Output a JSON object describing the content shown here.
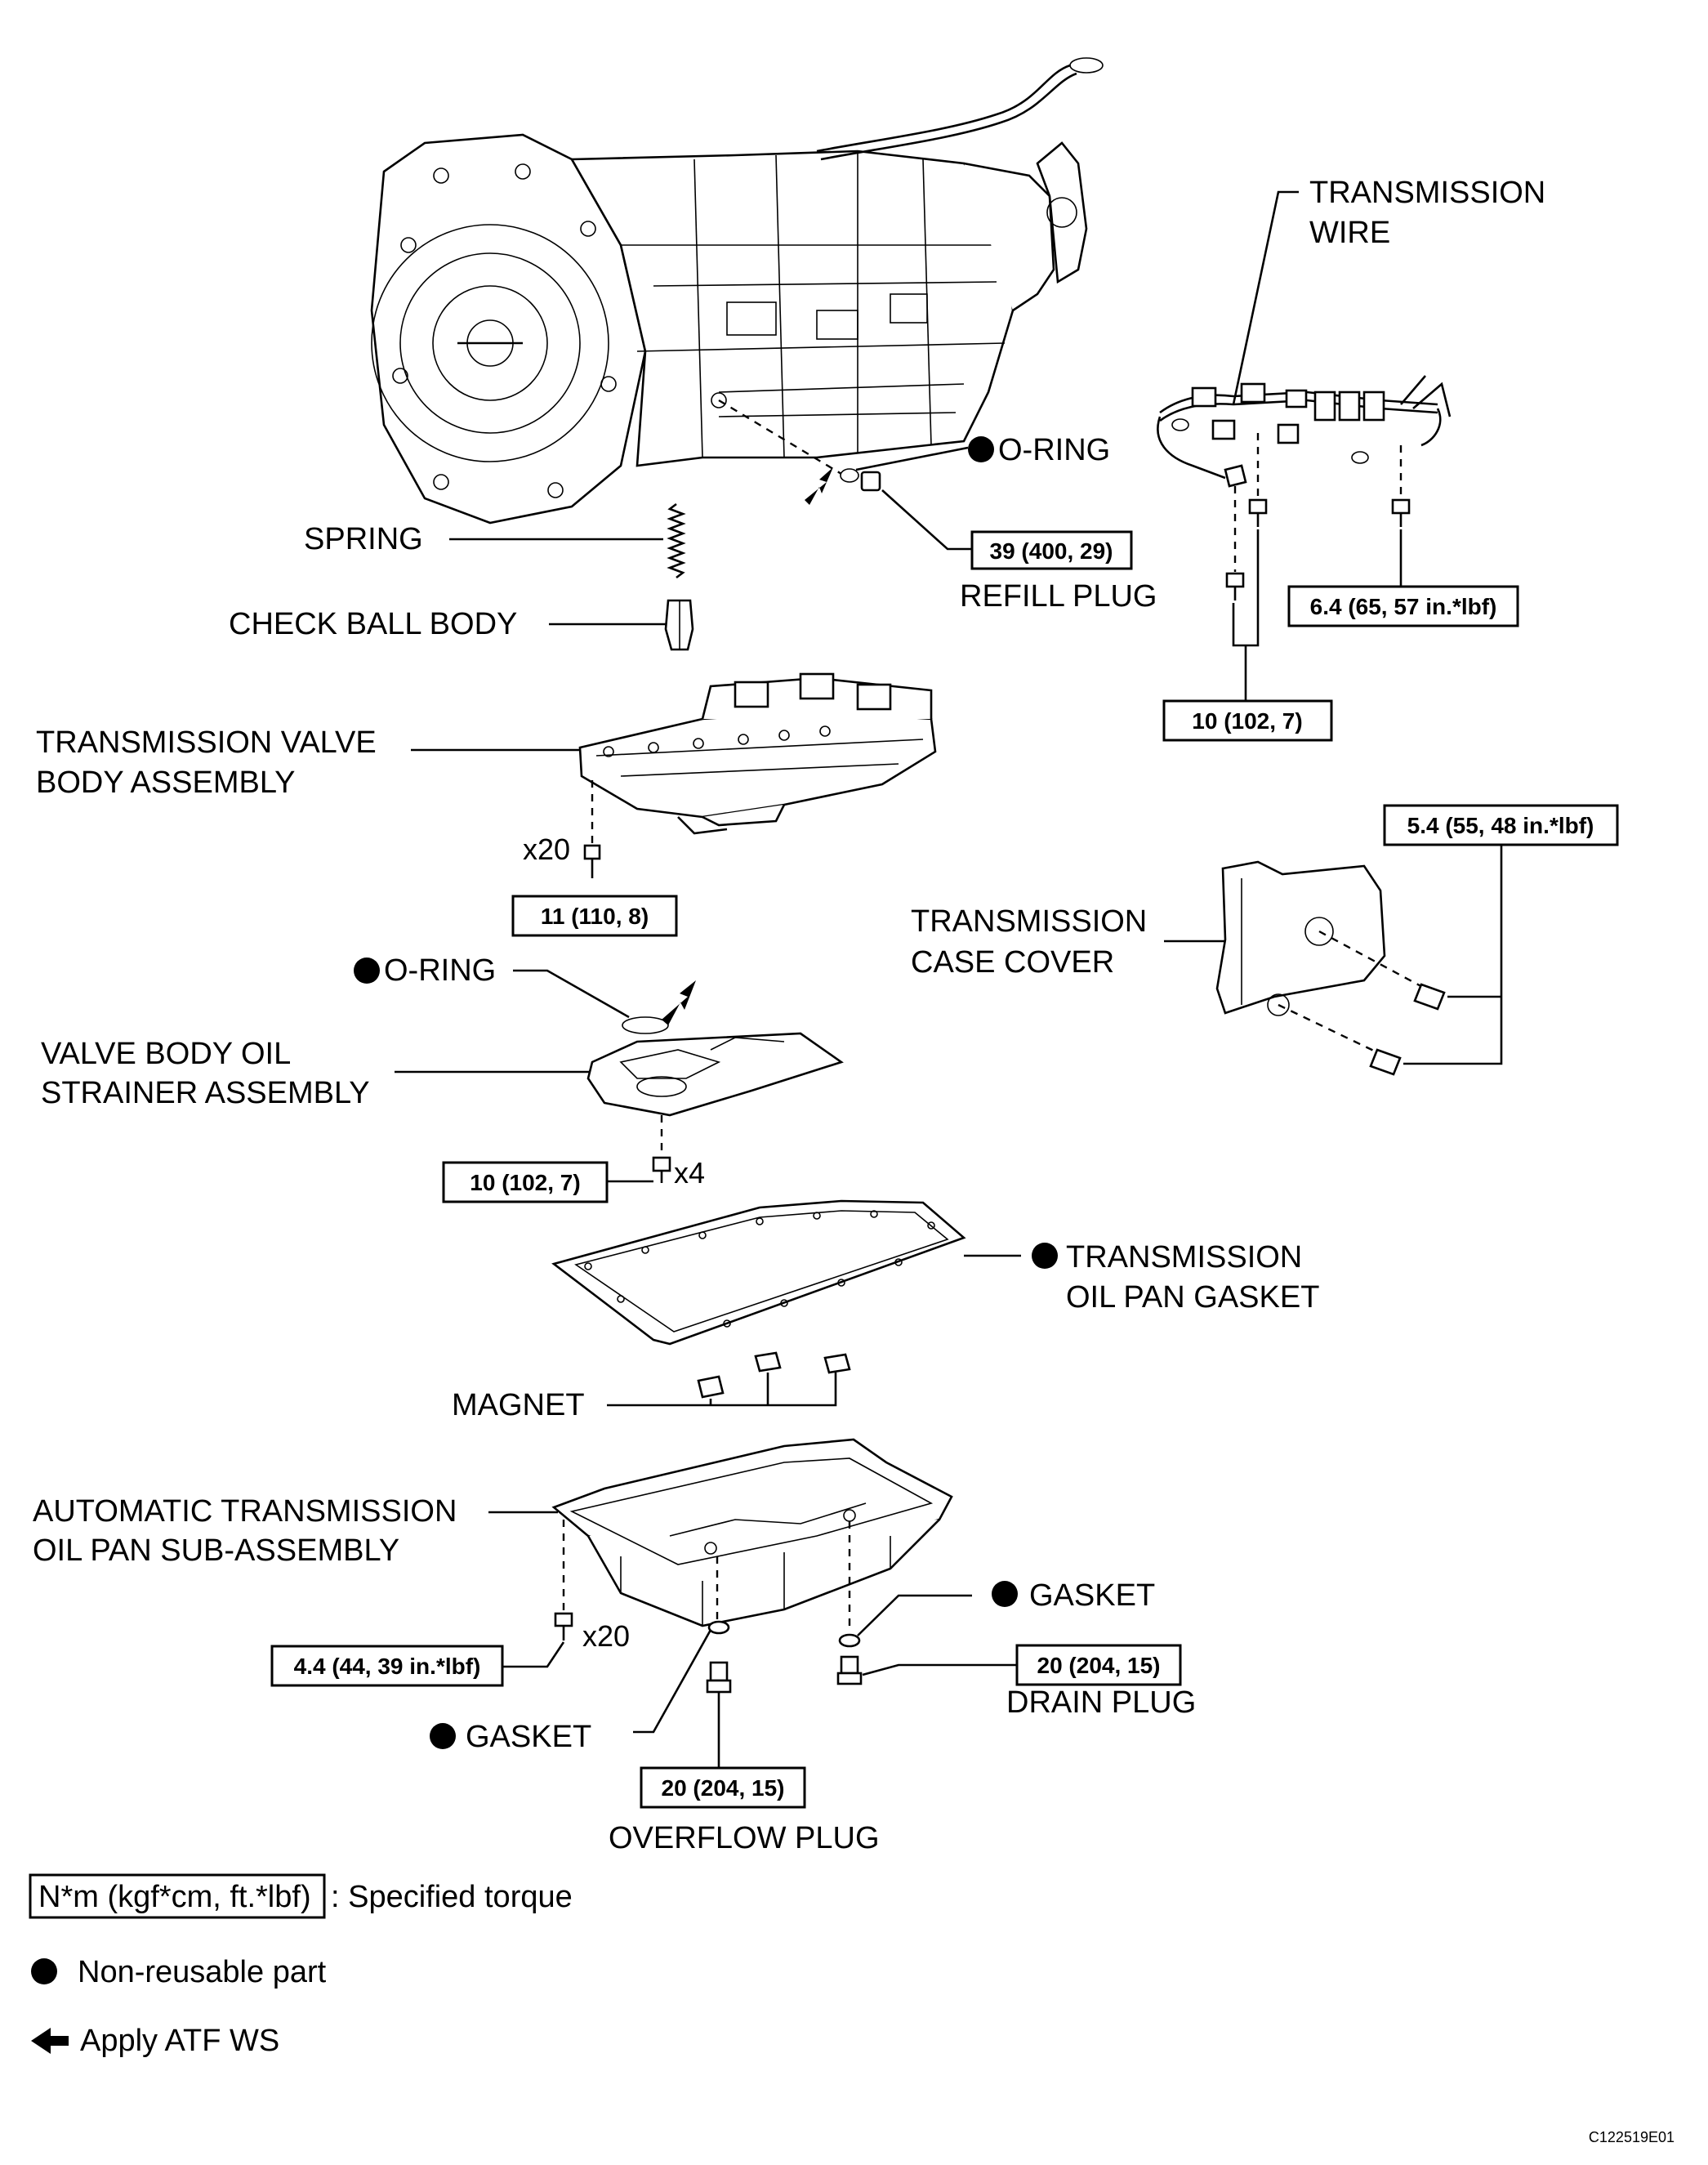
{
  "labels": {
    "o_ring_top": "O-RING",
    "spring": "SPRING",
    "check_ball_body": "CHECK BALL BODY",
    "refill_plug": "REFILL PLUG",
    "transmission_wire_1": "TRANSMISSION",
    "transmission_wire_2": "WIRE",
    "valve_body_1": "TRANSMISSION VALVE",
    "valve_body_2": "BODY ASSEMBLY",
    "case_cover_1": "TRANSMISSION",
    "case_cover_2": "CASE COVER",
    "o_ring_mid": "O-RING",
    "strainer_1": "VALVE BODY OIL",
    "strainer_2": "STRAINER ASSEMBLY",
    "pan_gasket_1": "TRANSMISSION",
    "pan_gasket_2": "OIL PAN GASKET",
    "magnet": "MAGNET",
    "oil_pan_1": "AUTOMATIC TRANSMISSION",
    "oil_pan_2": "OIL PAN SUB-ASSEMBLY",
    "gasket_right": "GASKET",
    "gasket_left": "GASKET",
    "drain_plug": "DRAIN PLUG",
    "overflow_plug": "OVERFLOW PLUG"
  },
  "quantities": {
    "valve_body_bolts": "x20",
    "strainer_bolts": "x4",
    "oil_pan_bolts": "x20"
  },
  "torques": {
    "refill_plug": "39 (400, 29)",
    "wire_small": "6.4 (65, 57 in.*lbf)",
    "wire_large": "10 (102, 7)",
    "valve_body": "11 (110, 8)",
    "case_cover": "5.4 (55, 48 in.*lbf)",
    "strainer": "10 (102, 7)",
    "oil_pan": "4.4 (44, 39 in.*lbf)",
    "drain_plug": "20 (204, 15)",
    "overflow_plug": "20 (204, 15)"
  },
  "legend": {
    "torque_box": "N*m (kgf*cm, ft.*lbf)",
    "torque_text": ": Specified torque",
    "non_reusable": "Non-reusable part",
    "apply": "Apply ATF WS"
  },
  "figure_code": "C122519E01"
}
